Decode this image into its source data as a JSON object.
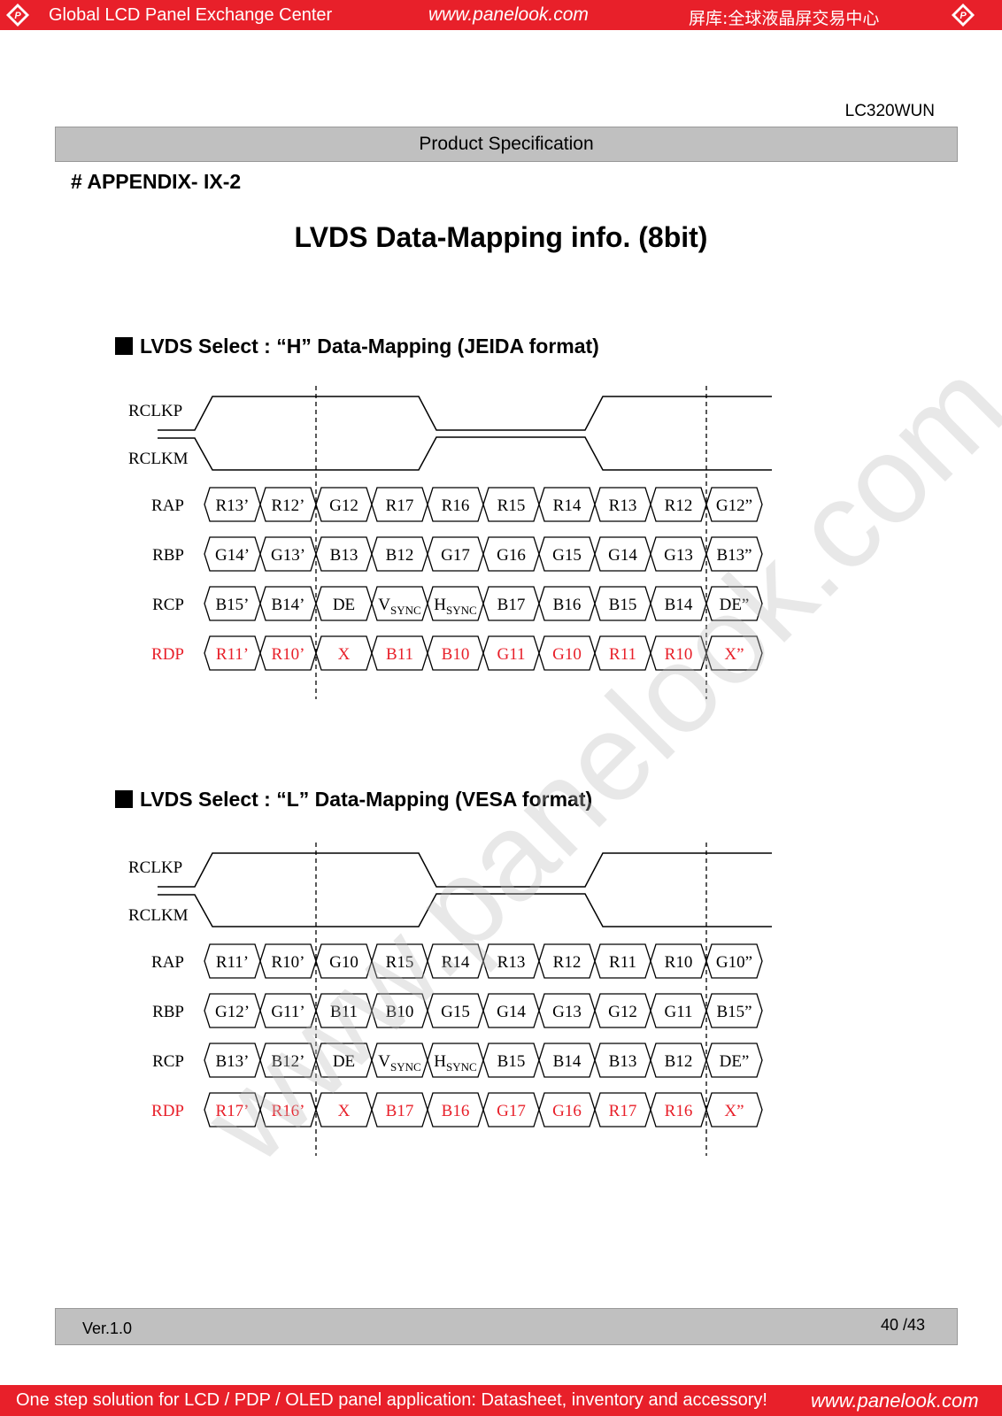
{
  "header": {
    "left": "Global LCD Panel Exchange Center",
    "center": "www.panelook.com",
    "right": "屏库:全球液晶屏交易中心"
  },
  "doc_id": "LC320WUN",
  "spec_title": "Product Specification",
  "appendix": "# APPENDIX- IX-2",
  "title": "LVDS Data-Mapping info. (8bit)",
  "sections": [
    {
      "heading": "LVDS Select : “H” Data-Mapping (JEIDA format)",
      "clock": [
        "RCLKP",
        "RCLKM"
      ],
      "rows": [
        {
          "label": "RAP",
          "red": false,
          "cells": [
            "R13’",
            "R12’",
            "G12",
            "R17",
            "R16",
            "R15",
            "R14",
            "R13",
            "R12",
            "G12”"
          ]
        },
        {
          "label": "RBP",
          "red": false,
          "cells": [
            "G14’",
            "G13’",
            "B13",
            "B12",
            "G17",
            "G16",
            "G15",
            "G14",
            "G13",
            "B13”"
          ]
        },
        {
          "label": "RCP",
          "red": false,
          "cells": [
            "B15’",
            "B14’",
            "DE",
            "VSYNC",
            "HSYNC",
            "B17",
            "B16",
            "B15",
            "B14",
            "DE”"
          ]
        },
        {
          "label": "RDP",
          "red": true,
          "cells": [
            "R11’",
            "R10’",
            "X",
            "B11",
            "B10",
            "G11",
            "G10",
            "R11",
            "R10",
            "X”"
          ]
        }
      ]
    },
    {
      "heading": "LVDS Select : “L” Data-Mapping (VESA format)",
      "clock": [
        "RCLKP",
        "RCLKM"
      ],
      "rows": [
        {
          "label": "RAP",
          "red": false,
          "cells": [
            "R11’",
            "R10’",
            "G10",
            "R15",
            "R14",
            "R13",
            "R12",
            "R11",
            "R10",
            "G10”"
          ]
        },
        {
          "label": "RBP",
          "red": false,
          "cells": [
            "G12’",
            "G11’",
            "B11",
            "B10",
            "G15",
            "G14",
            "G13",
            "G12",
            "G11",
            "B15”"
          ]
        },
        {
          "label": "RCP",
          "red": false,
          "cells": [
            "B13’",
            "B12’",
            "DE",
            "VSYNC",
            "HSYNC",
            "B15",
            "B14",
            "B13",
            "B12",
            "DE”"
          ]
        },
        {
          "label": "RDP",
          "red": true,
          "cells": [
            "R17’",
            "R16’",
            "X",
            "B17",
            "B16",
            "G17",
            "G16",
            "R17",
            "R16",
            "X”"
          ]
        }
      ]
    }
  ],
  "footer": {
    "version": "Ver.1.0",
    "page": "40 /43"
  },
  "bottom": {
    "text": "One step solution for LCD / PDP / OLED panel application: Datasheet, inventory and accessory!",
    "url": "www.panelook.com"
  },
  "watermark": "www.panelook.com",
  "colors": {
    "brand_red": "#e8202a",
    "bar_gray": "#c0c0c0",
    "signal_red": "#e8202a"
  }
}
